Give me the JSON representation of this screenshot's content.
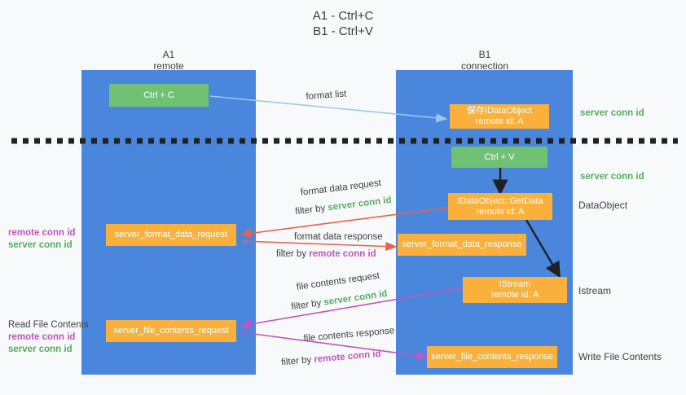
{
  "title": "A1 - Ctrl+C\nB1 - Ctrl+V",
  "colors": {
    "lane": "#4a86dc",
    "green_box": "#71c175",
    "orange_box": "#fbb03b",
    "server_conn_id": "#5aab61",
    "remote_conn_id": "#c155c1",
    "arrow_lightblue": "#9fc7ec",
    "arrow_red": "#e8614d",
    "arrow_magenta": "#c155c1",
    "arrow_black": "#202124",
    "background": "#f8f9fa"
  },
  "columns": [
    {
      "name": "A1",
      "sub": "remote",
      "label": "A1\nremote"
    },
    {
      "name": "B1",
      "sub": "connection",
      "label": "B1\nconnection"
    }
  ],
  "boxes": {
    "ctrl_c": "Ctrl + C",
    "ctrl_v": "Ctrl + V",
    "save_idataobject": "保存IDataObject\nremote id: A",
    "getdata": "IDataObject::GetData\nremote id: A",
    "istream": "IStream\nremote id: A",
    "server_format_data_request": "server_format_data_request",
    "server_format_data_response": "server_format_data_response",
    "server_file_contents_request": "server_file_contents_request",
    "server_file_contents_response": "server_file_contents_response"
  },
  "edge_labels": {
    "format_list": "format list",
    "format_data_request": "format data request",
    "format_data_request_filter_prefix": "filter by ",
    "format_data_request_filter_value": "server conn id",
    "format_data_response": "format data response",
    "format_data_response_filter_prefix": "filter by ",
    "format_data_response_filter_value": "remote conn id",
    "file_contents_request": "file contents request",
    "file_contents_request_filter_prefix": "filter by ",
    "file_contents_request_filter_value": "server conn id",
    "file_contents_response": "file contents response",
    "file_contents_response_filter_prefix": "filter by ",
    "file_contents_response_filter_value": "remote conn id"
  },
  "right_annotations": [
    {
      "key": "server_conn_id_top",
      "text": "server conn id",
      "kind": "green"
    },
    {
      "key": "server_conn_id_mid",
      "text": "server conn id",
      "kind": "green"
    },
    {
      "key": "dataobject",
      "text": "DataObject",
      "kind": "plain"
    },
    {
      "key": "istream",
      "text": "Istream",
      "kind": "plain"
    },
    {
      "key": "write_file_contents",
      "text": "Write File Contents",
      "kind": "plain"
    }
  ],
  "left_annotations": {
    "group_a": {
      "remote": "remote conn id",
      "server": "server conn id"
    },
    "group_b": {
      "heading": "Read File Contents",
      "remote": "remote conn id",
      "server": "server conn id"
    }
  }
}
